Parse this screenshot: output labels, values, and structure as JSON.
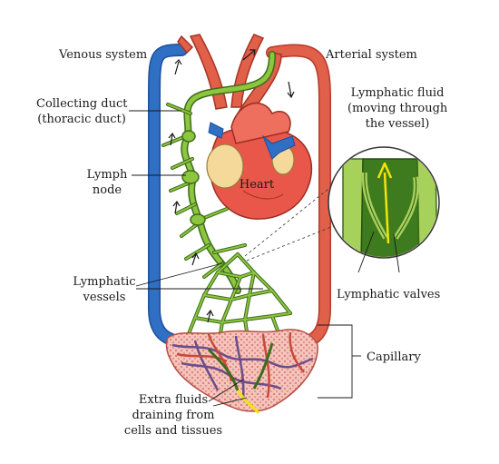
{
  "labels": {
    "venous_system": "Venous system",
    "arterial_system": "Arterial system",
    "collecting_duct_1": "Collecting duct",
    "collecting_duct_2": "(thoracic duct)",
    "lymph_node_1": "Lymph",
    "lymph_node_2": "node",
    "heart": "Heart",
    "lymphatic_fluid_1": "Lymphatic fluid",
    "lymphatic_fluid_2": "(moving through",
    "lymphatic_fluid_3": "the vessel)",
    "lymphatic_vessels_1": "Lymphatic",
    "lymphatic_vessels_2": "vessels",
    "lymphatic_valves": "Lymphatic valves",
    "capillary": "Capillary",
    "extra_fluids_1": "Extra fluids",
    "extra_fluids_2": "draining from",
    "extra_fluids_3": "cells and tissues"
  },
  "colors": {
    "vein_blue": "#2f6fc4",
    "artery_red": "#e0604a",
    "lymph_green": "#8cc63f",
    "lymph_dark": "#3e6b1a",
    "heart_red": "#e8574a",
    "fat_yellow": "#f5d99a",
    "tissue_pink": "#f2b8b0",
    "fluid_yellow": "#f4e40a"
  }
}
